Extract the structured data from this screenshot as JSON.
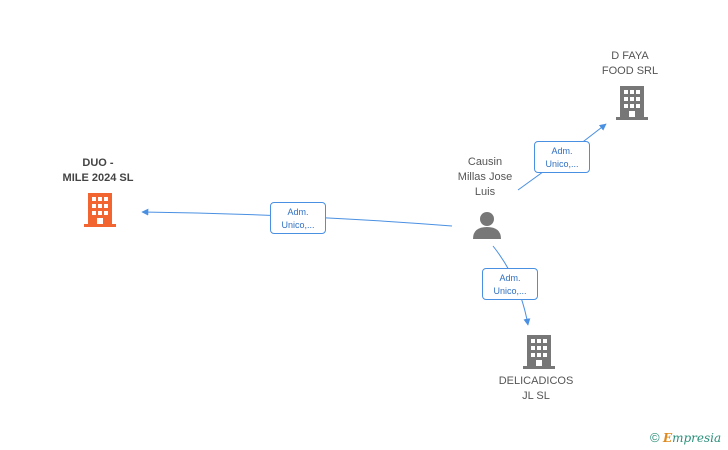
{
  "nodes": {
    "person": {
      "lines": [
        "Causin",
        "Millas Jose",
        "Luis"
      ],
      "icon": "person-icon",
      "color": "#777777"
    },
    "duo": {
      "lines": [
        "DUO -",
        "MILE 2024  SL"
      ],
      "icon": "building-icon",
      "color": "#f26430"
    },
    "dfaya": {
      "lines": [
        "D FAYA",
        "FOOD SRL"
      ],
      "icon": "building-icon",
      "color": "#777777"
    },
    "delicadicos": {
      "lines": [
        "DELICADICOS",
        "JL SL"
      ],
      "icon": "building-icon",
      "color": "#777777"
    }
  },
  "edges": {
    "to_duo": {
      "lines": [
        "Adm.",
        "Unico,..."
      ]
    },
    "to_dfaya": {
      "lines": [
        "Adm.",
        "Unico,..."
      ]
    },
    "to_delicadicos": {
      "lines": [
        "Adm.",
        "Unico,..."
      ]
    }
  },
  "colors": {
    "edge": "#4a90e2",
    "edge_text": "#2f6fc2"
  },
  "watermark": {
    "copyright": "©",
    "brand_initial": "E",
    "brand_rest": "mpresia"
  }
}
